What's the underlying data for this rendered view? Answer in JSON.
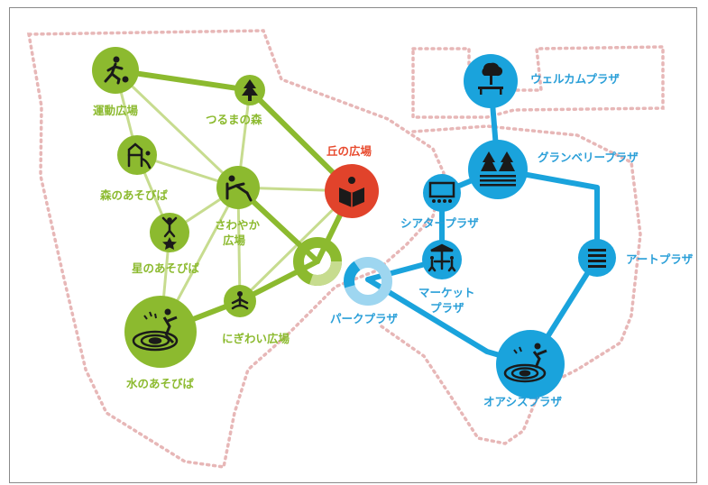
{
  "colors": {
    "green": "#8cba2f",
    "green_light": "#c7dc8f",
    "blue": "#1aa3dc",
    "blue_light": "#9ed6f0",
    "red": "#e1432b",
    "boundary": "#e7b7b7"
  },
  "places": {
    "undou": {
      "label": "運動広場",
      "icon": "running-person-icon"
    },
    "tsuruma": {
      "label": "つるまの森",
      "icon": "tree-icon"
    },
    "mori_asobiba": {
      "label": "森のあそびば",
      "icon": "playground-slide-icon"
    },
    "sawayaka_1": {
      "label": "さわやか",
      "icon": "reclining-person-icon"
    },
    "sawayaka_2": {
      "label": "広場"
    },
    "hoshi": {
      "label": "星のあそびば",
      "icon": "star-jump-icon"
    },
    "mizu": {
      "label": "水のあそびば",
      "icon": "water-fountain-icon"
    },
    "nigiwai": {
      "label": "にぎわい広場",
      "icon": "meditation-person-icon"
    },
    "oka": {
      "label": "丘の広場",
      "icon": "reading-book-icon"
    },
    "welcome": {
      "label": "ウェルカムプラザ",
      "icon": "picnic-tree-icon"
    },
    "cranberry": {
      "label": "グランベリープラザ",
      "icon": "twin-trees-icon"
    },
    "theater": {
      "label": "シアタープラザ",
      "icon": "theater-screen-icon"
    },
    "market_1": {
      "label": "マーケット",
      "icon": "market-stall-icon"
    },
    "market_2": {
      "label": "プラザ"
    },
    "park": {
      "label": "パークプラザ"
    },
    "art": {
      "label": "アートプラザ",
      "icon": "art-stripes-icon"
    },
    "oasis": {
      "label": "オアシスプラザ",
      "icon": "oasis-fountain-icon"
    }
  }
}
